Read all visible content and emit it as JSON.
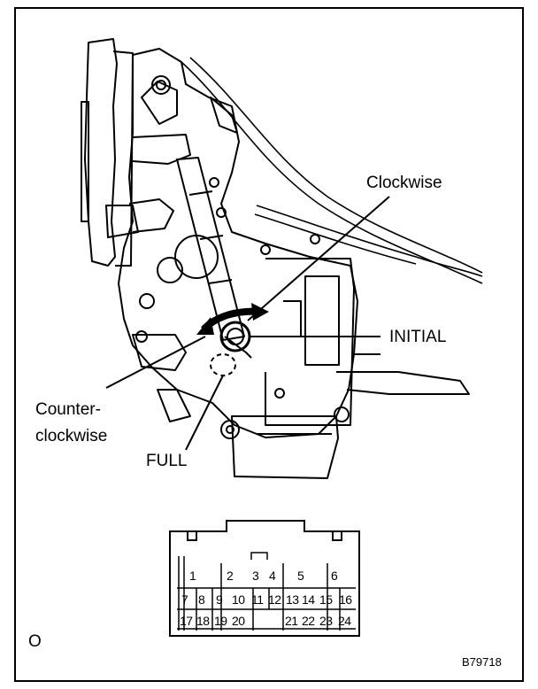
{
  "labels": {
    "clockwise": "Clockwise",
    "initial": "INITIAL",
    "counter_line1": "Counter-",
    "counter_line2": "clockwise",
    "full": "FULL",
    "corner_mark": "O",
    "figure_id": "B79718"
  },
  "connector": {
    "row1": [
      "1",
      "2",
      "3",
      "4",
      "5",
      "6"
    ],
    "row2": [
      "7",
      "8",
      "9",
      "10",
      "11",
      "12",
      "13",
      "14",
      "15",
      "16"
    ],
    "row3": [
      "17",
      "18",
      "19",
      "20",
      "21",
      "22",
      "23",
      "24"
    ]
  }
}
